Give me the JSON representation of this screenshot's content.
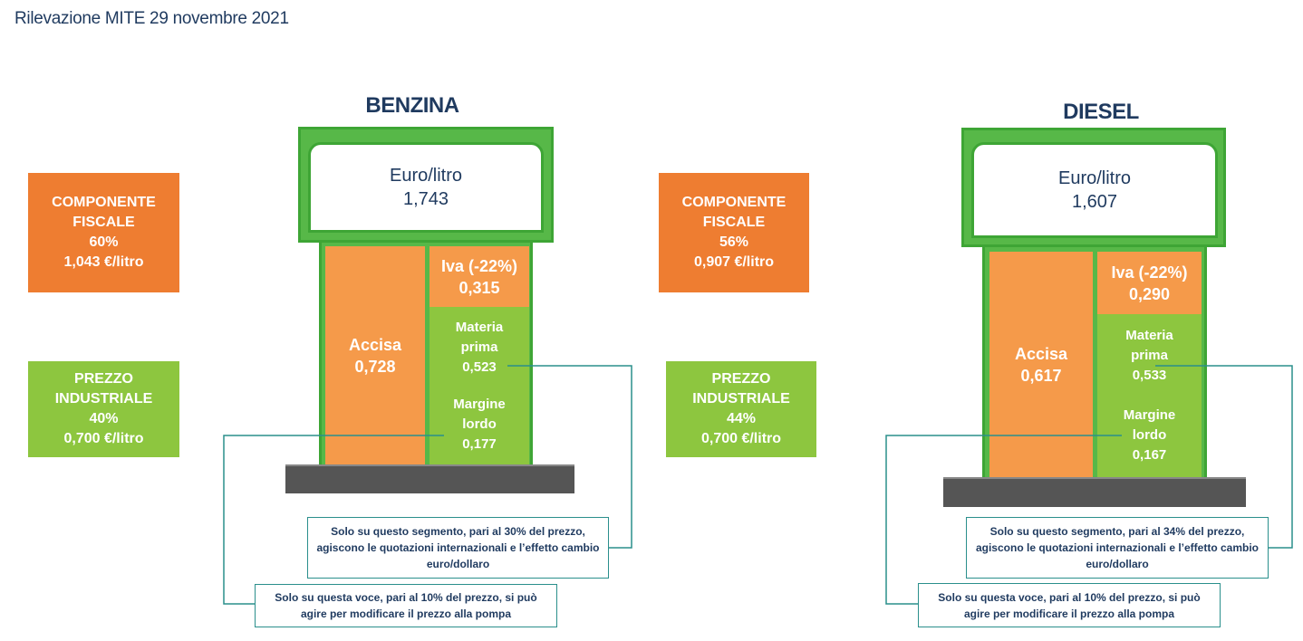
{
  "title": "Rilevazione MITE 29 novembre 2021",
  "benzina": {
    "heading": "BENZINA",
    "unit": "Euro/litro",
    "price": "1,743",
    "fiscal": {
      "l1": "COMPONENTE",
      "l2": "FISCALE",
      "pct": "60%",
      "value": "1,043 €/litro"
    },
    "industrial": {
      "l1": "PREZZO",
      "l2": "INDUSTRIALE",
      "pct": "40%",
      "value": "0,700 €/litro"
    },
    "accisa": {
      "label": "Accisa",
      "value": "0,728"
    },
    "iva": {
      "label": "Iva (-22%)",
      "value": "0,315"
    },
    "materia": {
      "l1": "Materia",
      "l2": "prima",
      "value": "0,523"
    },
    "margine": {
      "l1": "Margine",
      "l2": "lordo",
      "value": "0,177"
    },
    "note1": {
      "l1": "Solo su questo segmento, pari al 30% del prezzo,",
      "l2": "agiscono le quotazioni internazionali e l’effetto cambio",
      "l3": "euro/dollaro"
    },
    "note2": {
      "l1": "Solo su questa voce, pari al 10% del prezzo, si può",
      "l2": "agire per modificare il prezzo alla pompa"
    }
  },
  "diesel": {
    "heading": "DIESEL",
    "unit": "Euro/litro",
    "price": "1,607",
    "fiscal": {
      "l1": "COMPONENTE",
      "l2": "FISCALE",
      "pct": "56%",
      "value": "0,907 €/litro"
    },
    "industrial": {
      "l1": "PREZZO",
      "l2": "INDUSTRIALE",
      "pct": "44%",
      "value": "0,700 €/litro"
    },
    "accisa": {
      "label": "Accisa",
      "value": "0,617"
    },
    "iva": {
      "label": "Iva (-22%)",
      "value": "0,290"
    },
    "materia": {
      "l1": "Materia",
      "l2": "prima",
      "value": "0,533"
    },
    "margine": {
      "l1": "Margine",
      "l2": "lordo",
      "value": "0,167"
    },
    "note1": {
      "l1": "Solo su questo segmento, pari al 34% del prezzo,",
      "l2": "agiscono le quotazioni internazionali e l’effetto cambio",
      "l3": "euro/dollaro"
    },
    "note2": {
      "l1": "Solo su questa voce, pari al 10% del prezzo, si può",
      "l2": "agire per modificare il prezzo alla pompa"
    }
  },
  "colors": {
    "orange": "#ee7d31",
    "light_orange": "#f59a4a",
    "green": "#8dc63f",
    "pump_green": "#57b848",
    "navy": "#1f3a5f",
    "teal": "#2a8f8c"
  }
}
